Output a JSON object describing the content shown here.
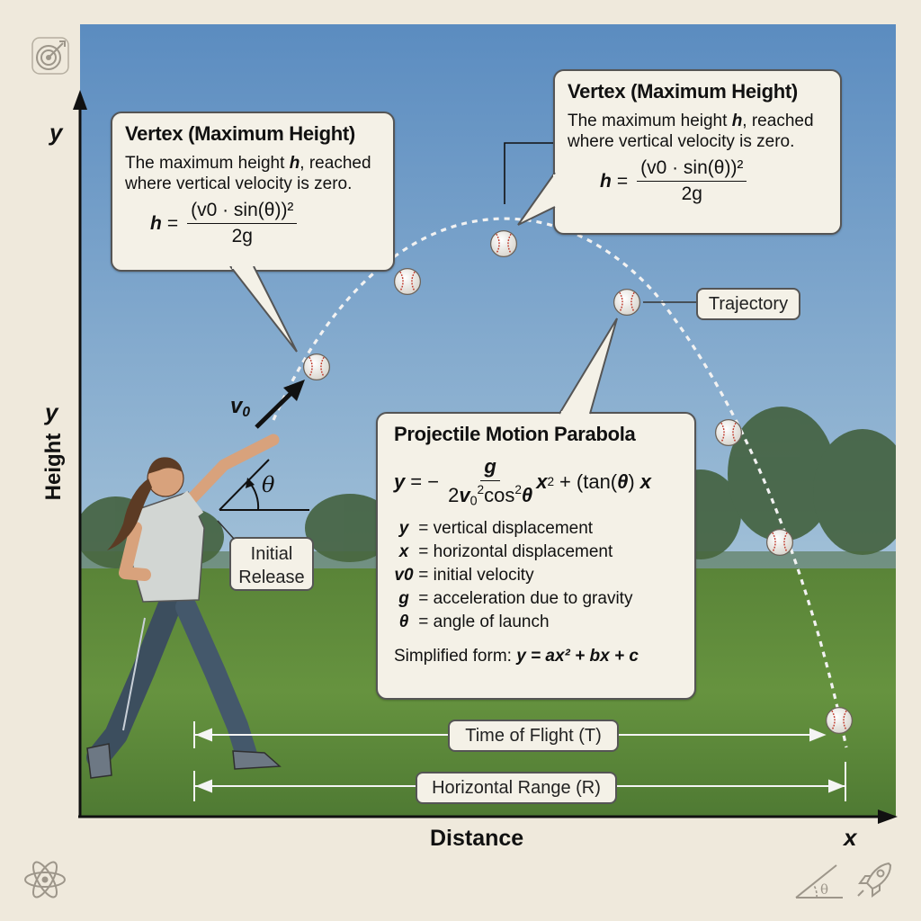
{
  "axes": {
    "y_top_label": "y",
    "y_side_label": "y",
    "y_axis_title": "Height",
    "x_axis_title": "Distance",
    "x_end_label": "x"
  },
  "callout_left": {
    "title": "Vertex (Maximum Height)",
    "text": "The maximum height h, reached where vertical velocity is zero.",
    "text_parts": [
      "The maximum height ",
      "h",
      ", reached where vertical velocity is zero."
    ],
    "formula_lhs": "h",
    "formula_num": "(v0 · sin(θ))²",
    "formula_den": "2g"
  },
  "callout_right": {
    "title": "Vertex (Maximum Height)",
    "text_parts": [
      "The maximum height ",
      "h",
      ", reached where vertical velocity is zero."
    ],
    "formula_lhs": "h",
    "formula_num": "(v0 · sin(θ))²",
    "formula_den": "2g"
  },
  "trajectory_label": "Trajectory",
  "release_label_line1": "Initial",
  "release_label_line2": "Release",
  "velocity_label": "v",
  "velocity_sub": "0",
  "angle_label": "θ",
  "parabola_box": {
    "title": "Projectile Motion Parabola",
    "definitions": [
      {
        "symbol": "y",
        "text": "= vertical displacement"
      },
      {
        "symbol": "x",
        "text": "= horizontal displacement"
      },
      {
        "symbol": "v0",
        "text": "= initial velocity"
      },
      {
        "symbol": "g",
        "text": "= acceleration due to gravity"
      },
      {
        "symbol": "θ",
        "text": "= angle of launch"
      }
    ],
    "simplified_prefix": "Simplified form: ",
    "simplified_formula": "y = ax² + bx + c"
  },
  "time_of_flight_label": "Time of Flight (T)",
  "horizontal_range_label": "Horizontal Range (R)",
  "colors": {
    "sky_top": "#5b8cc0",
    "sky_bottom": "#c9dbe6",
    "grass": "#5e8a3e",
    "paper": "#efe9dc",
    "callout_bg": "#f4f1e7"
  },
  "icons": [
    "target-icon",
    "faucet-icon",
    "atom-icon",
    "angle-theta-icon",
    "rocket-icon"
  ]
}
